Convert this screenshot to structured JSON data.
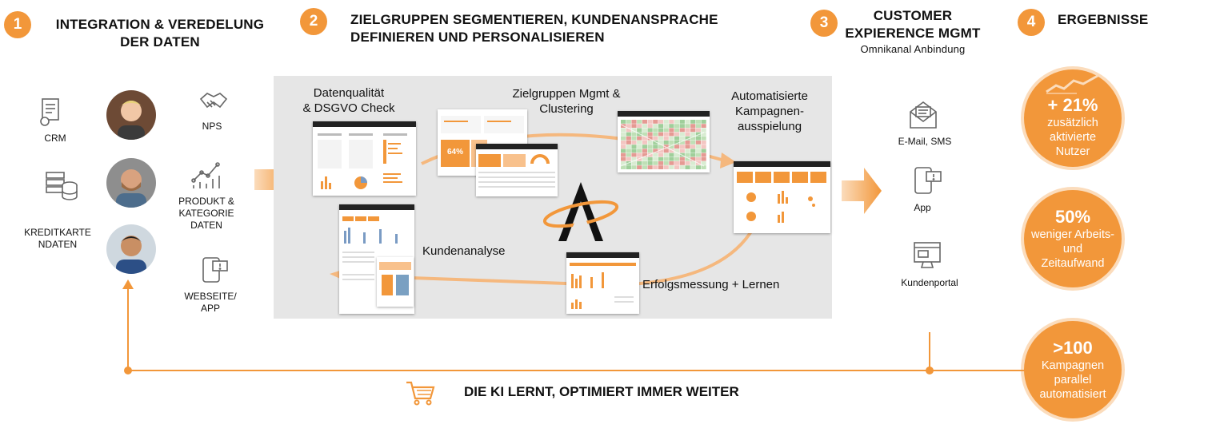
{
  "steps": [
    {
      "number": "1",
      "title_line1": "INTEGRATION  & VEREDELUNG",
      "title_line2": "DER DATEN"
    },
    {
      "number": "2",
      "title_line1": "ZIELGRUPPEN SEGMENTIEREN, KUNDENANSPRACHE",
      "title_line2": "DEFINIEREN UND PERSONALISIEREN"
    },
    {
      "number": "3",
      "title_line1": "CUSTOMER",
      "title_line2": "EXPIERENCE MGMT",
      "subtitle": "Omnikanal Anbindung"
    },
    {
      "number": "4",
      "title_line1": "ERGEBNISSE"
    }
  ],
  "sources": {
    "crm": "CRM",
    "nps": "NPS",
    "kreditkarte_line1": "KREDITKARTE",
    "kreditkarte_line2": "NDATEN",
    "produkt_line1": "PRODUKT &",
    "produkt_line2": "KATEGORIE",
    "produkt_line3": "DATEN",
    "webseite_line1": "WEBSEITE/",
    "webseite_line2": "APP"
  },
  "process": {
    "datenqualitaet_line1": "Datenqualität",
    "datenqualitaet_line2": "& DSGVO Check",
    "zielgruppen_line1": "Zielgruppen Mgmt &",
    "zielgruppen_line2": "Clustering",
    "kampagnen_line1": "Automatisierte",
    "kampagnen_line2": "Kampagnen-",
    "kampagnen_line3": "ausspielung",
    "kundenanalyse": "Kundenanalyse",
    "erfolgsmessung": "Erfolgsmessung + Lernen",
    "percent_tile": "64%"
  },
  "channels": {
    "email": "E-Mail, SMS",
    "app": "App",
    "portal": "Kundenportal"
  },
  "results": [
    {
      "big": "+ 21%",
      "line1": "zusätzlich",
      "line2": "aktivierte",
      "line3": "Nutzer"
    },
    {
      "big": "50%",
      "line1": "weniger Arbeits-",
      "line2": "und",
      "line3": "Zeitaufwand"
    },
    {
      "big": ">100",
      "line1": "Kampagnen",
      "line2": "parallel",
      "line3": "automatisiert"
    }
  ],
  "footer": {
    "text": "DIE KI LERNT, OPTIMIERT IMMER WEITER"
  },
  "colors": {
    "accent": "#f2973a",
    "accent_light": "#fbdcbc",
    "panel": "#e6e6e6"
  }
}
